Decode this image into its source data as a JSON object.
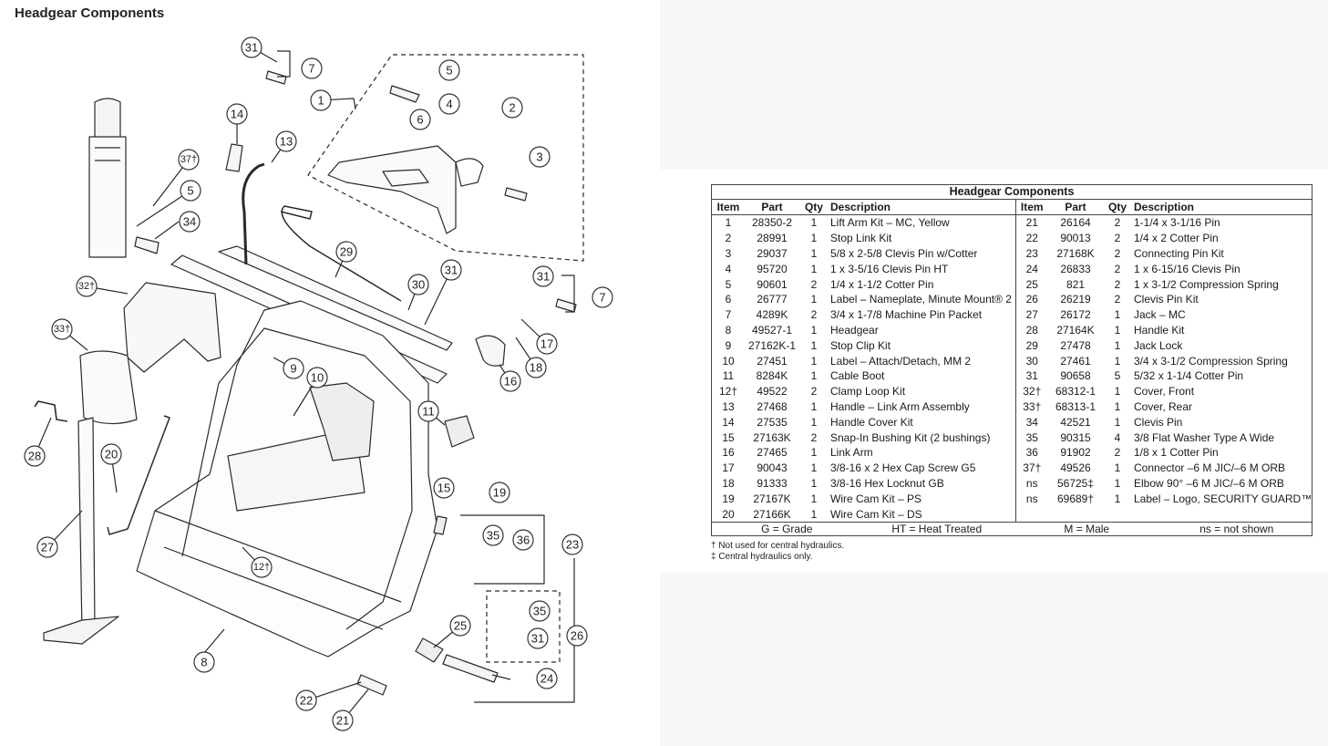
{
  "page": {
    "title": "Headgear Components"
  },
  "callouts": [
    "31",
    "7",
    "1",
    "5",
    "4",
    "14",
    "2",
    "6",
    "13",
    "3",
    "37†",
    "5",
    "34",
    "29",
    "31",
    "30",
    "31",
    "7",
    "32†",
    "33†",
    "17",
    "9",
    "10",
    "16",
    "18",
    "11",
    "28",
    "20",
    "27",
    "15",
    "19",
    "35",
    "36",
    "23",
    "12†",
    "35",
    "31",
    "26",
    "25",
    "8",
    "24",
    "22",
    "21"
  ],
  "table": {
    "title": "Headgear Components",
    "headers": [
      "Item",
      "Part",
      "Qty",
      "Description",
      "Item",
      "Part",
      "Qty",
      "Description"
    ],
    "rows": [
      [
        "1",
        "28350-2",
        "1",
        "Lift Arm Kit – MC, Yellow",
        "21",
        "26164",
        "2",
        "1-1/4 x 3-1/16 Pin"
      ],
      [
        "2",
        "28991",
        "1",
        "Stop Link Kit",
        "22",
        "90013",
        "2",
        "1/4 x 2 Cotter Pin"
      ],
      [
        "3",
        "29037",
        "1",
        "5/8 x 2-5/8 Clevis Pin w/Cotter",
        "23",
        "27168K",
        "2",
        "Connecting Pin Kit"
      ],
      [
        "4",
        "95720",
        "1",
        "1 x 3-5/16 Clevis Pin HT",
        "24",
        "26833",
        "2",
        "1 x 6-15/16 Clevis Pin"
      ],
      [
        "5",
        "90601",
        "2",
        "1/4 x 1-1/2 Cotter Pin",
        "25",
        "821",
        "2",
        "1 x 3-1/2 Compression Spring"
      ],
      [
        "6",
        "26777",
        "1",
        "Label – Nameplate, Minute Mount® 2",
        "26",
        "26219",
        "2",
        "Clevis Pin Kit"
      ],
      [
        "7",
        "4289K",
        "2",
        "3/4 x 1-7/8 Machine Pin Packet",
        "27",
        "26172",
        "1",
        "Jack – MC"
      ],
      [
        "8",
        "49527-1",
        "1",
        "Headgear",
        "28",
        "27164K",
        "1",
        "Handle Kit"
      ],
      [
        "9",
        "27162K-1",
        "1",
        "Stop Clip Kit",
        "29",
        "27478",
        "1",
        "Jack Lock"
      ],
      [
        "10",
        "27451",
        "1",
        "Label – Attach/Detach, MM 2",
        "30",
        "27461",
        "1",
        "3/4 x 3-1/2 Compression Spring"
      ],
      [
        "11",
        "8284K",
        "1",
        "Cable Boot",
        "31",
        "90658",
        "5",
        "5/32 x 1-1/4 Cotter Pin"
      ],
      [
        "12†",
        "49522",
        "2",
        "Clamp Loop Kit",
        "32†",
        "68312-1",
        "1",
        "Cover, Front"
      ],
      [
        "13",
        "27468",
        "1",
        "Handle – Link Arm Assembly",
        "33†",
        "68313-1",
        "1",
        "Cover, Rear"
      ],
      [
        "14",
        "27535",
        "1",
        "Handle Cover Kit",
        "34",
        "42521",
        "1",
        "Clevis Pin"
      ],
      [
        "15",
        "27163K",
        "2",
        "Snap-In Bushing Kit (2 bushings)",
        "35",
        "90315",
        "4",
        "3/8 Flat Washer Type A Wide"
      ],
      [
        "16",
        "27465",
        "1",
        "Link Arm",
        "36",
        "91902",
        "2",
        "1/8 x 1 Cotter Pin"
      ],
      [
        "17",
        "90043",
        "1",
        "3/8-16 x 2 Hex Cap Screw G5",
        "37†",
        "49526",
        "1",
        "Connector –6 M JIC/–6 M ORB"
      ],
      [
        "18",
        "91333",
        "1",
        "3/8-16 Hex Locknut GB",
        "ns",
        "56725‡",
        "1",
        "Elbow 90° –6 M JIC/–6 M ORB"
      ],
      [
        "19",
        "27167K",
        "1",
        "Wire Cam Kit – PS",
        "ns",
        "69689†",
        "1",
        "Label – Logo, SECURITY GUARD™"
      ],
      [
        "20",
        "27166K",
        "1",
        "Wire Cam Kit – DS",
        "",
        "",
        "",
        ""
      ]
    ],
    "legend": [
      "G = Grade",
      "HT = Heat Treated",
      "M = Male",
      "ns = not shown"
    ],
    "footnotes": [
      "† Not used for central hydraulics.",
      "‡ Central hydraulics only."
    ]
  }
}
